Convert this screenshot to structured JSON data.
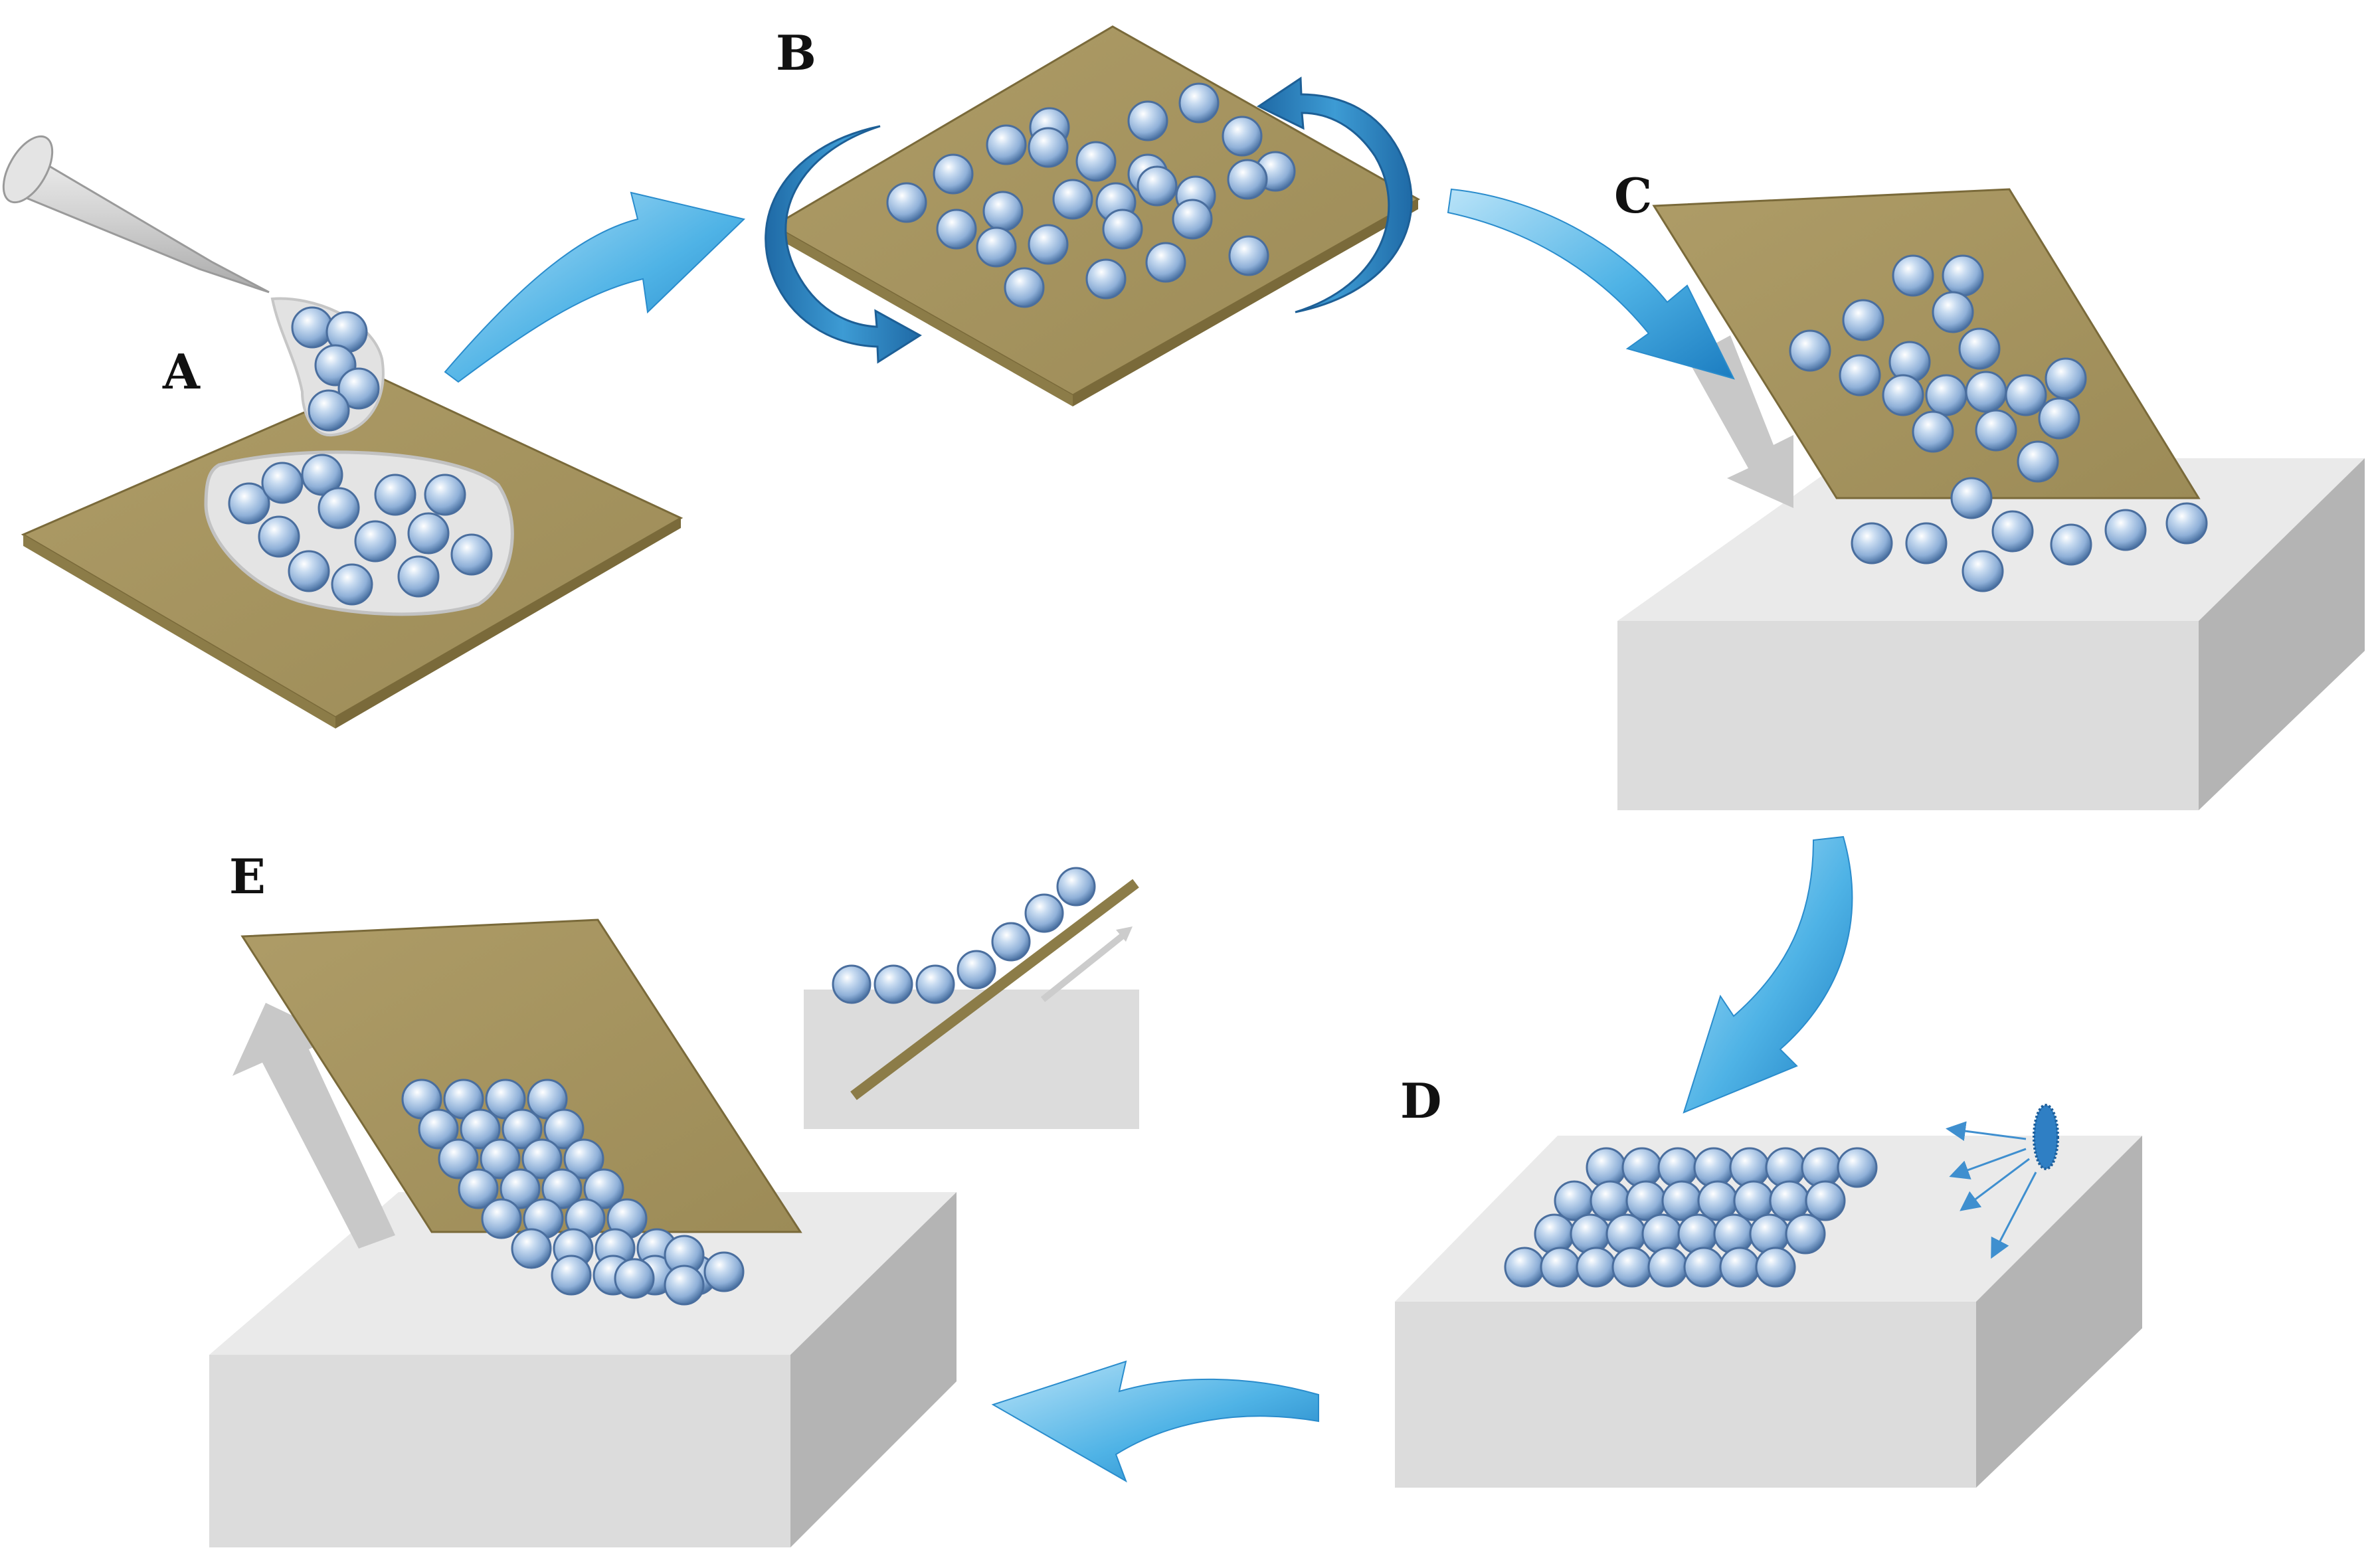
{
  "steps": [
    {
      "id": "A",
      "label": "A"
    },
    {
      "id": "B",
      "label": "B"
    },
    {
      "id": "C",
      "label": "C"
    },
    {
      "id": "D",
      "label": "D"
    },
    {
      "id": "E",
      "label": "E"
    }
  ],
  "colors": {
    "slide": "#a69560",
    "slide_edge": "#7a6a3a",
    "block_top": "#e9e9e9",
    "block_front": "#dcdcdc",
    "block_side": "#b4b4b4",
    "sphere": "#8fb0d8",
    "sphere_edge": "#4a6e9e",
    "flow_arrow": "#3fa7de",
    "rotate_arrow": "#2a7ab5",
    "motion_arrow": "#c8c8c8",
    "droplet": "#e2e2e2",
    "pipette": "#d2d2d2"
  }
}
